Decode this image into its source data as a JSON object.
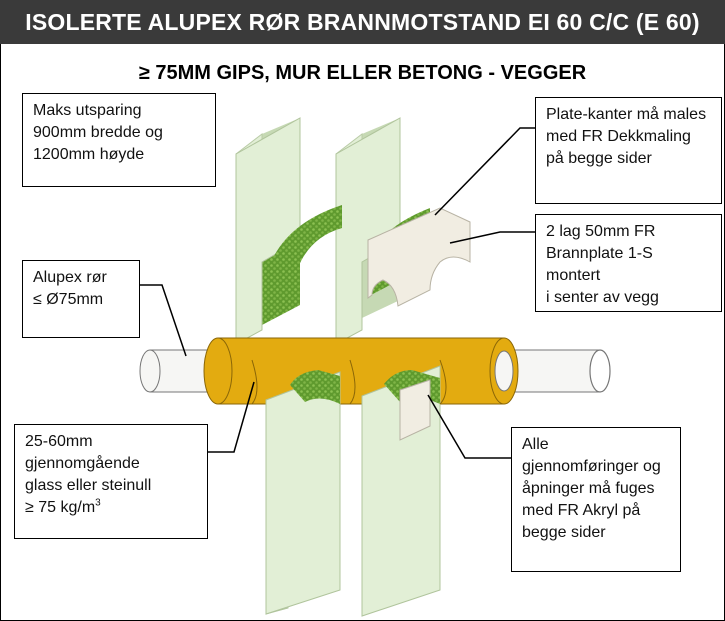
{
  "title": "ISOLERTE ALUPEX RØR BRANNMOTSTAND EI 60 C/C (E 60)",
  "subtitle": "≥ 75MM GIPS, MUR ELLER BETONG - VEGGER",
  "callouts": {
    "opening": {
      "lines": [
        "Maks utsparing",
        "900mm bredde og",
        "1200mm høyde"
      ]
    },
    "plate_edges": {
      "lines": [
        "Plate-kanter må males",
        "med FR Dekkmaling",
        "på begge sider"
      ]
    },
    "board": {
      "lines": [
        "2 lag 50mm FR",
        "Brannplate 1-S montert",
        "i senter av vegg"
      ]
    },
    "pipe": {
      "lines": [
        "Alupex rør",
        "≤ Ø75mm"
      ]
    },
    "insulation": {
      "lines": [
        "25-60mm",
        "gjennomgående",
        "glass eller steinull"
      ],
      "density": "≥ 75 kg/m",
      "density_sup": "3"
    },
    "sealing": {
      "lines": [
        "Alle",
        "gjennomføringer og",
        "åpninger må fuges",
        "med FR Akryl på",
        "begge sider"
      ]
    }
  },
  "colors": {
    "header_bg": "#3a3a3a",
    "wall": "#e2efd6",
    "board": "#f1ede2",
    "insulation": "#e3ab10",
    "mineral_wool": "#6ea23a",
    "pipe": "#f6f6f4"
  }
}
